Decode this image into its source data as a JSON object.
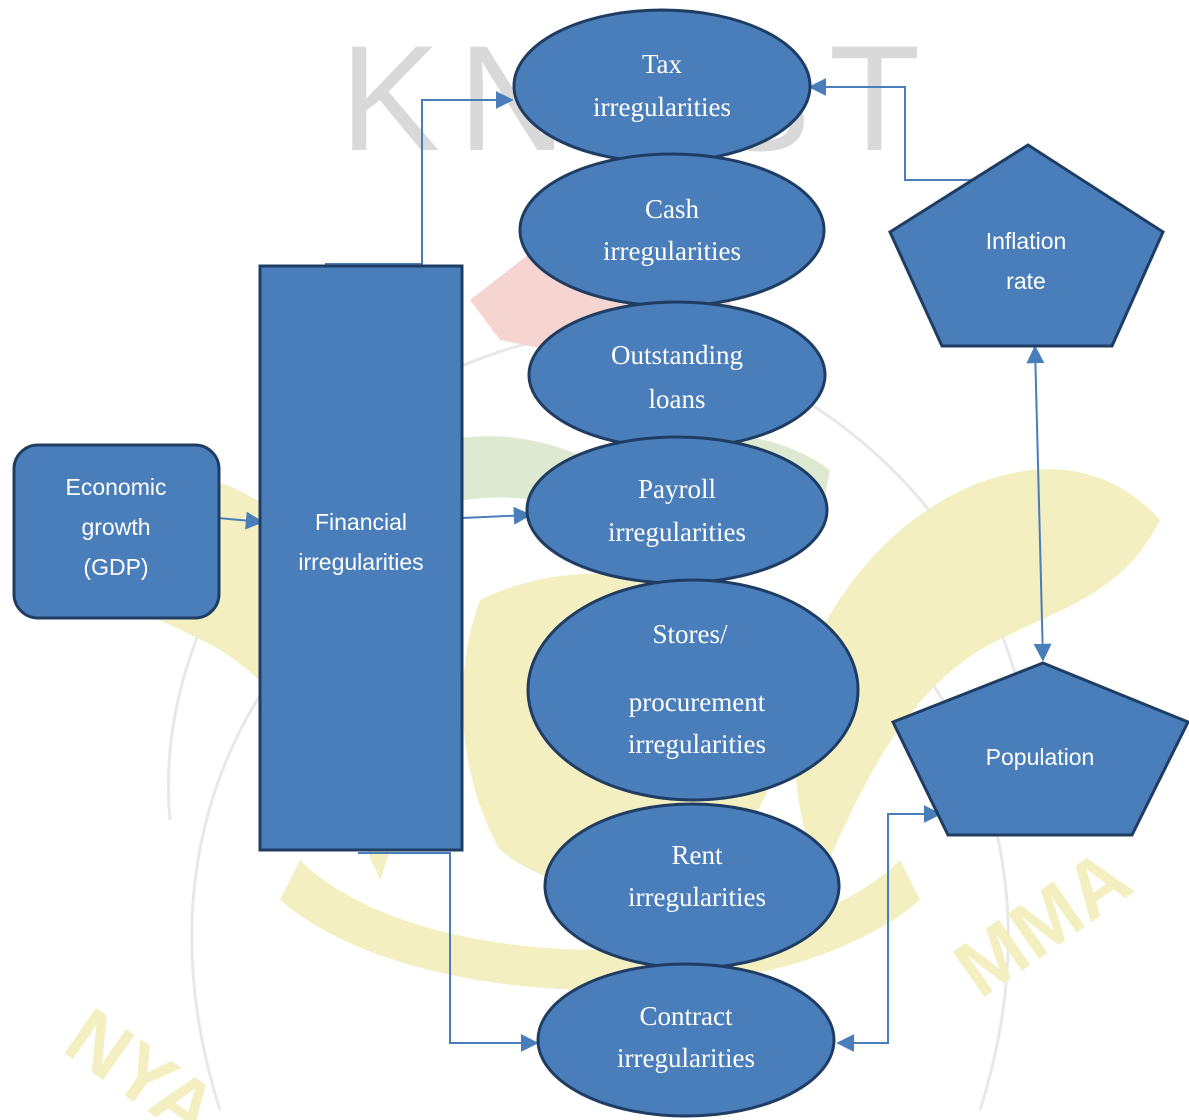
{
  "watermark": {
    "text": "KNUST",
    "arc_letters_left": "NYA",
    "arc_letters_right": "MMA"
  },
  "nodes": {
    "economic_growth": [
      "Economic",
      "growth",
      "(GDP)"
    ],
    "financial_irregularities": [
      "Financial",
      "irregularities"
    ],
    "tax": [
      "Tax",
      "irregularities"
    ],
    "cash": [
      "Cash",
      "irregularities"
    ],
    "outstanding_loans": [
      "Outstanding",
      "loans"
    ],
    "payroll": [
      "Payroll",
      "irregularities"
    ],
    "stores": [
      "Stores/",
      "procurement",
      "irregularities"
    ],
    "rent": [
      "Rent",
      "irregularities"
    ],
    "contract": [
      "Contract",
      "irregularities"
    ],
    "inflation_rate": [
      "Inflation",
      "rate"
    ],
    "population": [
      "Population"
    ]
  },
  "colors": {
    "node_fill": "#4a7ebb",
    "node_stroke": "#1f3d63",
    "connector": "#4a7ebb",
    "label": "#ffffff"
  }
}
